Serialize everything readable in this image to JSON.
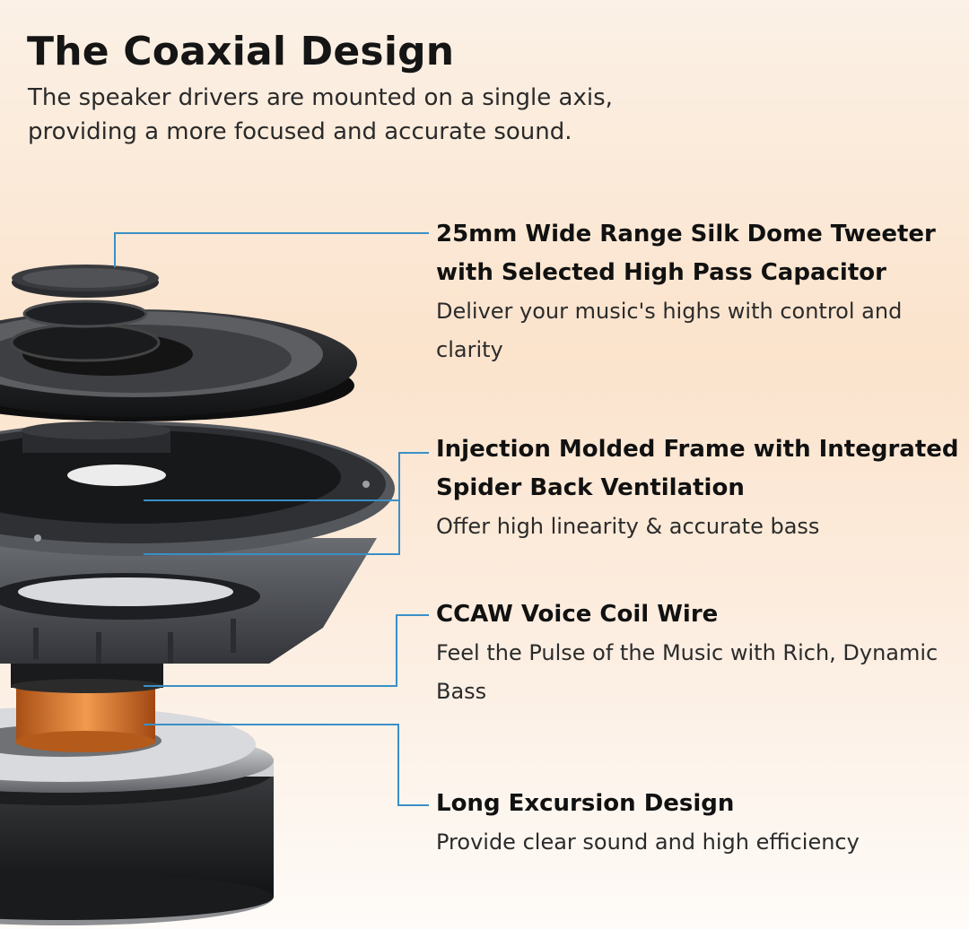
{
  "header": {
    "title": "The Coaxial Design",
    "subtitle": "The speaker drivers are mounted on a single axis, providing a more focused and accurate sound."
  },
  "features": [
    {
      "heading": "25mm Wide Range Silk Dome Tweeter with Selected High Pass Capacitor",
      "desc": "Deliver your music's highs with control and clarity"
    },
    {
      "heading": "Injection Molded Frame with Integrated Spider Back Ventilation",
      "desc": "Offer high linearity & accurate bass"
    },
    {
      "heading": "CCAW Voice Coil Wire",
      "desc": "Feel the Pulse of the Music with Rich, Dynamic Bass"
    },
    {
      "heading": "Long Excursion Design",
      "desc": "Provide clear sound and high efficiency"
    }
  ],
  "colors": {
    "accent_line": "#3b8fc7",
    "copper": "#d9772e",
    "background_peach": "#fbe3cc"
  },
  "icons": {
    "illustration": "exploded-coaxial-speaker-illustration"
  }
}
